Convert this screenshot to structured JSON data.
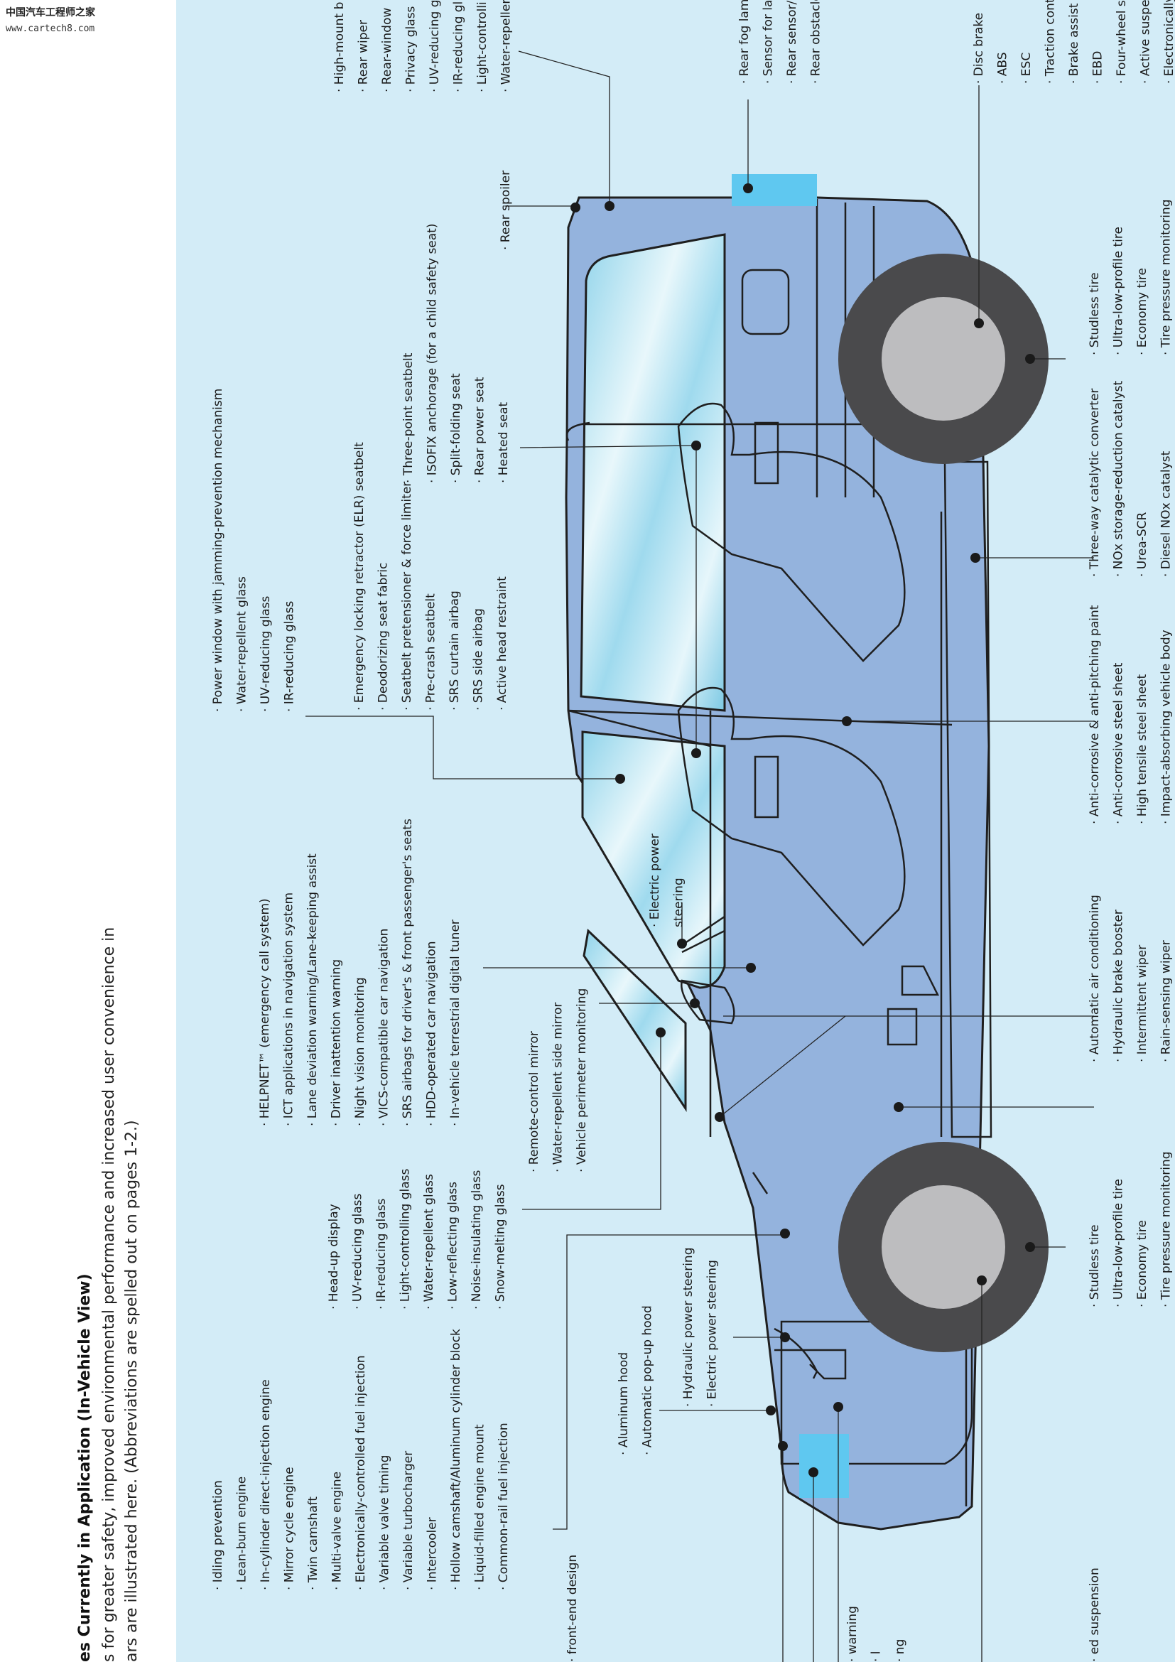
{
  "watermark": {
    "site_name_cn": "中国汽车工程师之家",
    "url": "www.cartech8.com"
  },
  "header": {
    "title": "es Currently in Application (In-Vehicle View)",
    "intro_line_1": "s for greater safety, improved environmental performance and increased user convenience in",
    "intro_line_2": "ars are illustrated here. (Abbreviations are spelled out on pages 1-2.)"
  },
  "colors": {
    "background": "#d3ecf7",
    "car_body": "#94b3dd",
    "tire": "#4a4a4c",
    "wheel_rim": "#bdbdbf",
    "lamp": "#5fc8f0",
    "outline": "#1f1f1f"
  },
  "labels": {
    "engine": [
      "Idling prevention",
      "Lean-burn engine",
      "In-cylinder direct-injection engine",
      "Mirror cycle engine",
      "Twin camshaft",
      "Multi-valve engine",
      "Electronically-controlled fuel injection",
      "Variable valve timing",
      "Variable turbocharger",
      "Intercooler",
      "Hollow camshaft/Aluminum cylinder block",
      "Liquid-filled engine mount",
      "Common-rail fuel injection"
    ],
    "windshield": [
      "Head-up display",
      "UV-reducing glass",
      "IR-reducing glass",
      "Light-controlling glass",
      "Water-repellent glass",
      "Low-reflecting glass",
      "Noise-insulating glass",
      "Snow-melting glass"
    ],
    "navigation": [
      "HELPNET™ (emergency call system)",
      "ICT applications in navigation system",
      "Lane deviation warning/Lane-keeping assist",
      "Driver inattention warning",
      "Night vision monitoring",
      "VICS-compatible car navigation",
      "SRS airbags for driver's & front passenger's seats",
      "HDD-operated car navigation",
      "In-vehicle terrestrial digital tuner"
    ],
    "side_window": [
      "Power window with jamming-prevention mechanism",
      "Water-repellent glass",
      "UV-reducing glass",
      "IR-reducing glass"
    ],
    "seatbelt": [
      "Emergency locking retractor (ELR) seatbelt",
      "Deodorizing seat fabric",
      "Seatbelt pretensioner & force limiter",
      "Pre-crash seatbelt",
      "SRS curtain airbag",
      "SRS side airbag",
      "Active head restraint"
    ],
    "mirror": [
      "Remote-control mirror",
      "Water-repellent side mirror",
      "Vehicle perimeter monitoring"
    ],
    "steering": [
      "Electric power",
      "steering"
    ],
    "rear_seat": [
      "Three-point seatbelt",
      "ISOFIX anchorage (for a child safety seat)",
      "Split-folding seat",
      "Rear power seat",
      "Heated seat"
    ],
    "rear_spoiler": [
      "Rear spoiler"
    ],
    "rear_window": [
      "High-mount b",
      "Rear wiper",
      "Rear-window",
      "Privacy glass",
      "UV-reducing g",
      "IR-reducing gl",
      "Light-controlli",
      "Water-repeller"
    ],
    "rear_lamp": [
      "Rear fog lamp",
      "Sensor for late",
      "Rear sensor/R",
      "Rear obstacle"
    ],
    "brakes": [
      "Disc brake",
      "ABS",
      "ESC",
      "Traction contr",
      "Brake assist",
      "EBD",
      "Four-wheel st",
      "Active suspen",
      "Electronically"
    ],
    "rear_tire": [
      "Studless tire",
      "Ultra-low-profile tire",
      "Economy tire",
      "Tire pressure monitoring"
    ],
    "exhaust": [
      "Three-way catalytic converter",
      "NOx storage-reduction catalyst",
      "Urea-SCR",
      "Diesel NOx catalyst"
    ],
    "body": [
      "Anti-corrosive & anti-pitching paint",
      "Anti-corrosive steel sheet",
      "High tensile steel sheet",
      "Impact-absorbing vehicle body"
    ],
    "hvac": [
      "Automatic air conditioning",
      "Hydraulic brake booster",
      "Intermittent wiper",
      "Rain-sensing wiper"
    ],
    "front_tire": [
      "Studless tire",
      "Ultra-low-profile tire",
      "Economy tire",
      "Tire pressure monitoring"
    ],
    "power_steering": [
      "Hydraulic power steering",
      "Electric power steering"
    ],
    "hood": [
      "Aluminum hood",
      "Automatic pop-up hood"
    ],
    "front_end": [
      "front-end design"
    ],
    "front_lamp": [
      "warning",
      "l",
      "ng"
    ],
    "suspension": [
      "ed suspension"
    ]
  }
}
